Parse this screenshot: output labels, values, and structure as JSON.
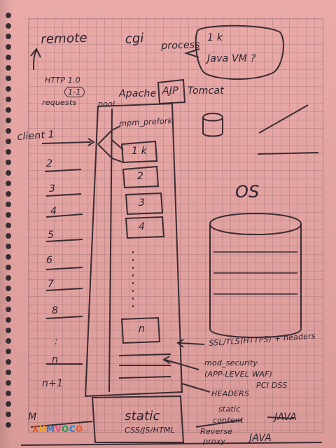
{
  "page": {
    "labels": {
      "remote": "remote",
      "cgi": "cgi",
      "process": "process",
      "process_bubble_line1": "1 k",
      "process_bubble_line2": "Java VM ?",
      "http_ver": "HTTP 1.0",
      "http_note": "1-1",
      "requests": "requests",
      "pool": "pool",
      "apache": "Apache",
      "ajp": "AJP",
      "tomcat": "Tomcat",
      "mpm": "mpm_prefork",
      "client_1": "client 1",
      "client_2": "2",
      "client_3": "3",
      "client_4": "4",
      "client_5": "5",
      "client_6": "6",
      "client_7": "7",
      "client_8": "8",
      "client_dot": ":",
      "client_n": "n",
      "client_n1": "n+1",
      "m": "M",
      "worker_1k": "1 k",
      "worker_2": "2",
      "worker_3": "3",
      "worker_4": "4",
      "worker_n": "n",
      "os": "OS",
      "ssl": "SSL/TLS(HTTPS) + headers",
      "mod_security_1": "mod_security",
      "mod_security_2": "(APP-LEVEL WAF)",
      "mod_security_3": "PCI DSS",
      "mod_security_4": "HEADERS",
      "static": "static",
      "static_assets": "CSS/JS/HTML",
      "static_content": "static",
      "static_content_2": "content",
      "java_1": "JAVA",
      "reverse": "Reverse",
      "proxy": "proxy",
      "java_2": "JAVA",
      "logo": "XUMVOCO"
    }
  }
}
